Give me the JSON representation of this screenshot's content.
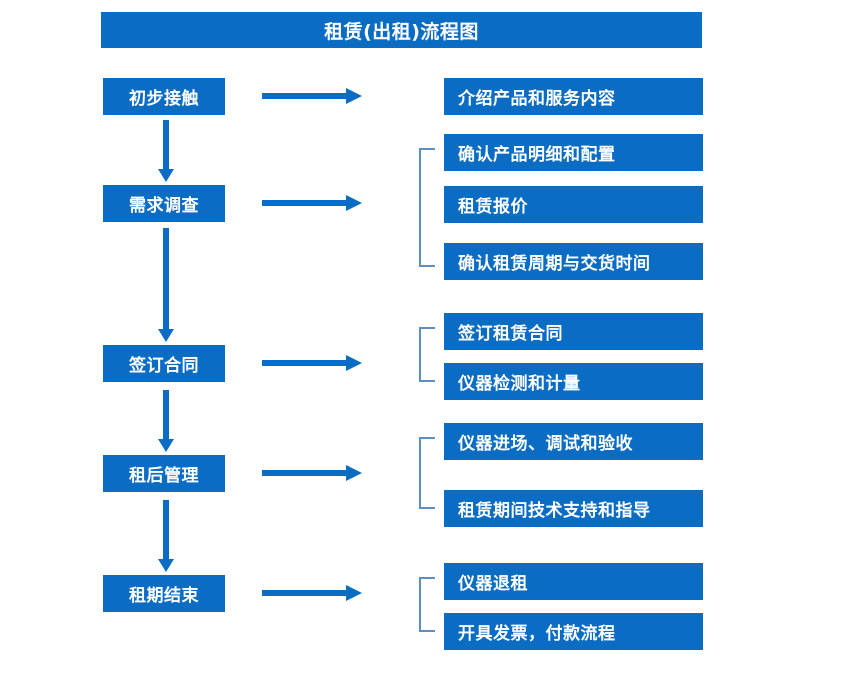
{
  "title": "租赁(出租)流程图",
  "colors": {
    "box_blue": "#0B6CC4",
    "arrow_blue": "#0B6CC4",
    "bracket_blue": "#5E8FC4",
    "text_white": "#FFFFFF",
    "background": "#FFFFFF"
  },
  "stages": [
    {
      "label": "初步接触"
    },
    {
      "label": "需求调查"
    },
    {
      "label": "签订合同"
    },
    {
      "label": "租后管理"
    },
    {
      "label": "租期结束"
    }
  ],
  "details": [
    {
      "label": "介绍产品和服务内容"
    },
    {
      "label": "确认产品明细和配置"
    },
    {
      "label": "租赁报价"
    },
    {
      "label": "确认租赁周期与交货时间"
    },
    {
      "label": "签订租赁合同"
    },
    {
      "label": "仪器检测和计量"
    },
    {
      "label": "仪器进场、调试和验收"
    },
    {
      "label": "租赁期间技术支持和指导"
    },
    {
      "label": "仪器退租"
    },
    {
      "label": "开具发票，付款流程"
    }
  ],
  "groups": [
    {
      "stage": "需求调查",
      "items": [
        "确认产品明细和配置",
        "租赁报价",
        "确认租赁周期与交货时间"
      ]
    },
    {
      "stage": "签订合同",
      "items": [
        "签订租赁合同",
        "仪器检测和计量"
      ]
    },
    {
      "stage": "租后管理",
      "items": [
        "仪器进场、调试和验收",
        "租赁期间技术支持和指导"
      ]
    },
    {
      "stage": "租期结束",
      "items": [
        "仪器退租",
        "开具发票，付款流程"
      ]
    }
  ],
  "icons": {
    "flow_arrow_right": "right-arrow-icon",
    "flow_arrow_down": "down-arrow-icon",
    "group_bracket": "group-bracket-icon"
  }
}
